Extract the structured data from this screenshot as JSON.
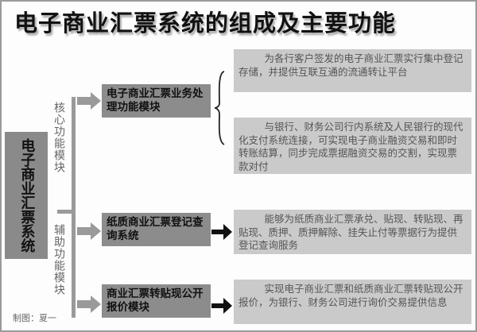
{
  "title": "电子商业汇票系统的组成及主要功能",
  "root": "电子商业汇票系统",
  "groups": {
    "core": "核心功能模块",
    "aux": "辅助功能模块"
  },
  "modules": [
    {
      "label": "电子商业汇票业务处理功能模块"
    },
    {
      "label": "纸质商业汇票登记查询系统"
    },
    {
      "label": "商业汇票转贴现公开报价模块"
    }
  ],
  "descriptions": [
    "为各行客户签发的电子商业汇票实行集中登记存储，并提供互联互通的流通转让平台",
    "与银行、财务公司行内系统及人民银行的现代化支付系统连接，可实现电子商业融资交易和即时转账结算，同步完成票据融资交易的交割，实现票款对付",
    "能够为纸质商业汇票承兑、贴现、转贴现、再贴现、质押、质押解除、挂失止付等票据行为提供登记查询服务",
    "实现电子商业汇票和纸质商业汇票转贴现公开报价，为银行、财务公司进行询价交易提供信息"
  ],
  "credit": "制图：夏一"
}
